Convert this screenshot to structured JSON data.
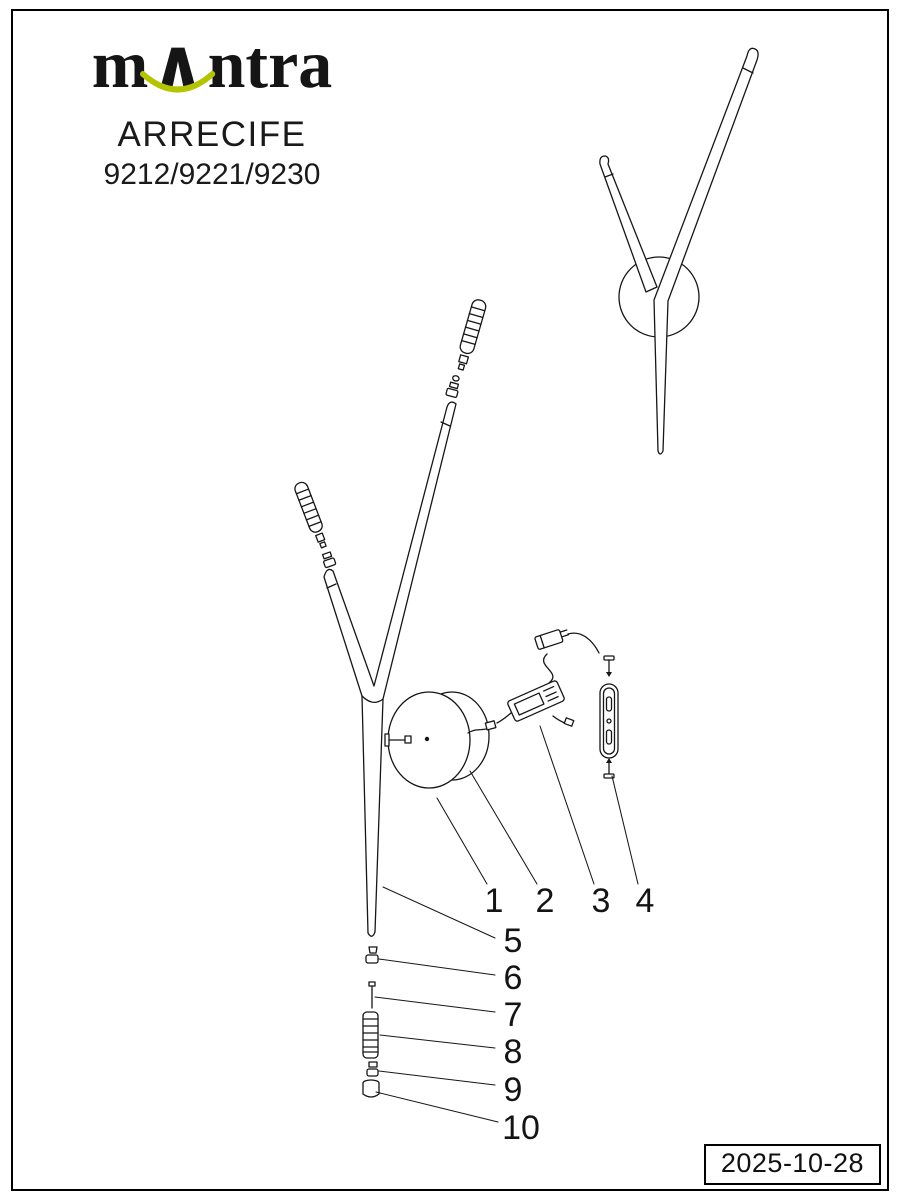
{
  "brand": {
    "logo_m": "m",
    "logo_caret": "∧",
    "logo_rest": "ntra"
  },
  "product": {
    "name": "ARRECIFE",
    "models": "9212/9221/9230"
  },
  "part_labels": [
    "1",
    "2",
    "3",
    "4",
    "5",
    "6",
    "7",
    "8",
    "9",
    "10"
  ],
  "footer": {
    "date": "2025-10-28"
  },
  "colors": {
    "accent": "#b5c400",
    "ink": "#161616"
  }
}
